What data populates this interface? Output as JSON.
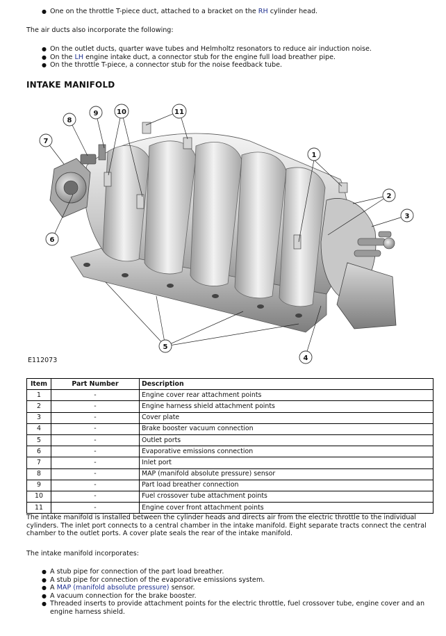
{
  "top_bullets": {
    "b1_prefix": "One on the throttle T-piece duct, attached to a bracket on the ",
    "b1_link": "RH",
    "b1_suffix": " cylinder head."
  },
  "ducts_intro": "The air ducts also incorporate the following:",
  "duct_bullets": {
    "b1": "On the outlet ducts, quarter wave tubes and Helmholtz resonators to reduce air induction noise.",
    "b2_prefix": "On the ",
    "b2_link": "LH",
    "b2_suffix": " engine intake duct, a connector stub for the engine full load breather pipe.",
    "b3": "On the throttle T-piece, a connector stub for the noise feedback tube."
  },
  "section_title": "INTAKE MANIFOLD",
  "figure": {
    "id": "E112073",
    "callouts": [
      "1",
      "2",
      "3",
      "4",
      "5",
      "6",
      "7",
      "8",
      "9",
      "10",
      "11"
    ]
  },
  "table": {
    "headers": [
      "Item",
      "Part Number",
      "Description"
    ],
    "rows": [
      {
        "item": "1",
        "part": "-",
        "desc": "Engine cover rear attachment points"
      },
      {
        "item": "2",
        "part": "-",
        "desc": "Engine harness shield attachment points"
      },
      {
        "item": "3",
        "part": "-",
        "desc": "Cover plate"
      },
      {
        "item": "4",
        "part": "-",
        "desc": "Brake booster vacuum connection"
      },
      {
        "item": "5",
        "part": "-",
        "desc": "Outlet ports"
      },
      {
        "item": "6",
        "part": "-",
        "desc": "Evaporative emissions connection"
      },
      {
        "item": "7",
        "part": "-",
        "desc": "Inlet port"
      },
      {
        "item": "8",
        "part": "-",
        "desc": "MAP (manifold absolute pressure) sensor"
      },
      {
        "item": "9",
        "part": "-",
        "desc": "Part load breather connection"
      },
      {
        "item": "10",
        "part": "-",
        "desc": "Fuel crossover tube attachment points"
      },
      {
        "item": "11",
        "part": "-",
        "desc": "Engine cover front attachment points"
      }
    ]
  },
  "description_para": {
    "l1": "The intake manifold is installed between the cylinder heads and directs air from the electric throttle to the individual",
    "l2": "cylinders. The inlet port connects to a central chamber in the intake manifold. Eight separate tracts connect the central",
    "l3": "chamber to the outlet ports. A cover plate seals the rear of the intake manifold."
  },
  "incorporates_intro": "The intake manifold incorporates:",
  "incorporates": {
    "b1": "A stub pipe for connection of the part load breather.",
    "b2": "A stub pipe for connection of the evaporative emissions system.",
    "b3_prefix": "A ",
    "b3_link": "MAP (manifold absolute pressure)",
    "b3_suffix": " sensor.",
    "b4": "A vacuum connection for the brake booster.",
    "b5_l1": "Threaded inserts to provide attachment points for the electric throttle, fuel crossover tube, engine cover and an",
    "b5_l2": "engine harness shield."
  },
  "colors": {
    "link": "#1d2f8f",
    "text": "#111111",
    "manifold_dark": "#8e8e8e",
    "manifold_light": "#eeeeee"
  }
}
